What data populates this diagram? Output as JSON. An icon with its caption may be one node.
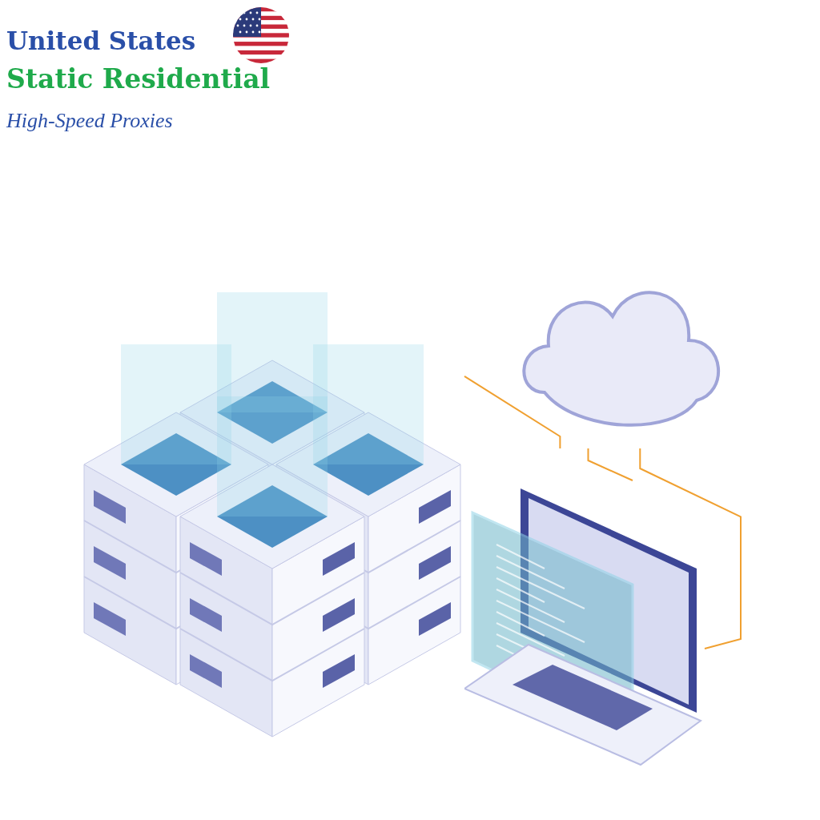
{
  "diagram": {
    "nodes": [
      {
        "text": [],
        "shape": "picture"
      },
      {
        "text": [],
        "shape": "cloud"
      },
      {
        "text": [],
        "shape": "picture"
      }
    ],
    "edges": [
      {
        "from": 0,
        "to": 1,
        "arrow": "none"
      },
      {
        "from": 1,
        "to": 2,
        "arrow": "none"
      },
      {
        "from": 1,
        "to": 2,
        "arrow": "none"
      }
    ],
    "labels": [
      "United States",
      "Static Residential",
      "High-Speed Proxies"
    ]
  }
}
